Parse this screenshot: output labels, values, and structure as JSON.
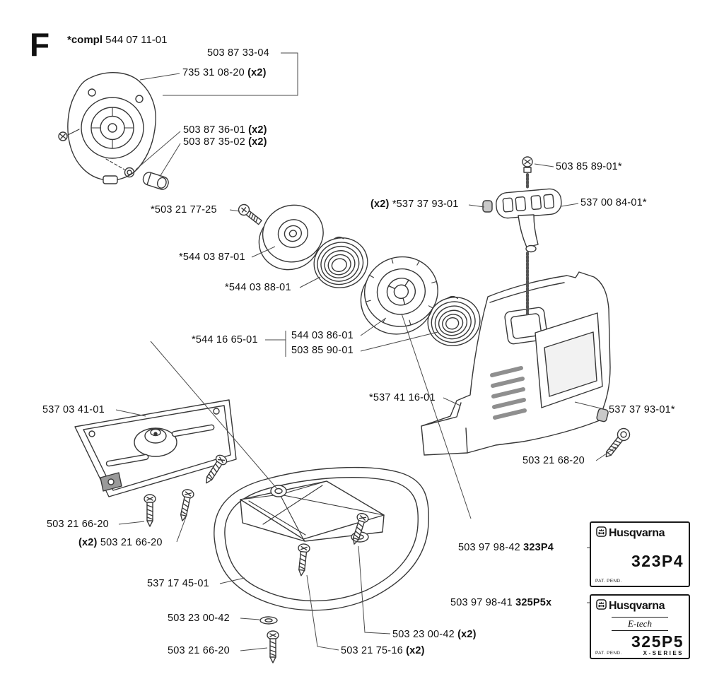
{
  "page": {
    "section_letter": "F",
    "title_prefix": "*compl",
    "title_number": " 544 07 11-01"
  },
  "callouts": [
    {
      "pre": "",
      "text": "503 87 33-04",
      "post": ""
    },
    {
      "pre": "",
      "text": "735 31 08-20 ",
      "post": "(x2)"
    },
    {
      "pre": "",
      "text": "503 87 36-01 ",
      "post": "(x2)"
    },
    {
      "pre": "",
      "text": "503 87 35-02 ",
      "post": "(x2)"
    },
    {
      "pre": "",
      "text": "*503 21 77-25",
      "post": ""
    },
    {
      "pre": "",
      "text": "*544 03 87-01",
      "post": ""
    },
    {
      "pre": "",
      "text": "*544 03 88-01",
      "post": ""
    },
    {
      "pre": "(x2) ",
      "text": "*537 37 93-01",
      "post": ""
    },
    {
      "pre": "",
      "text": "503 85 89-01*",
      "post": ""
    },
    {
      "pre": "",
      "text": "537 00 84-01*",
      "post": ""
    },
    {
      "pre": "",
      "text": "*544 16 65-01",
      "post": ""
    },
    {
      "pre": "",
      "text": "544 03 86-01",
      "post": ""
    },
    {
      "pre": "",
      "text": "503 85 90-01",
      "post": ""
    },
    {
      "pre": "",
      "text": "*537 41 16-01",
      "post": ""
    },
    {
      "pre": "",
      "text": "537 37 93-01*",
      "post": ""
    },
    {
      "pre": "",
      "text": "503 21 68-20",
      "post": ""
    },
    {
      "pre": "",
      "text": "537 03 41-01",
      "post": ""
    },
    {
      "pre": "",
      "text": "503 21 66-20",
      "post": ""
    },
    {
      "pre": "(x2) ",
      "text": "503 21 66-20",
      "post": ""
    },
    {
      "pre": "",
      "text": "537 17 45-01",
      "post": ""
    },
    {
      "pre": "",
      "text": "503 23 00-42",
      "post": ""
    },
    {
      "pre": "",
      "text": "503 21 66-20",
      "post": ""
    },
    {
      "pre": "",
      "text": "503 23 00-42 ",
      "post": "(x2)"
    },
    {
      "pre": "",
      "text": "503 21 75-16 ",
      "post": "(x2)"
    },
    {
      "pre": "",
      "text": "503 97 98-42 ",
      "post": "323P4"
    },
    {
      "pre": "",
      "text": "503 97 98-41 ",
      "post": "325P5x"
    }
  ],
  "plates": [
    {
      "brand": "Husqvarna",
      "model": "323P4",
      "pat": "PAT. PEND."
    },
    {
      "brand": "Husqvarna",
      "etech": "E-tech",
      "model": "325P5",
      "series": "X-SERIES",
      "pat": "PAT. PEND."
    }
  ]
}
